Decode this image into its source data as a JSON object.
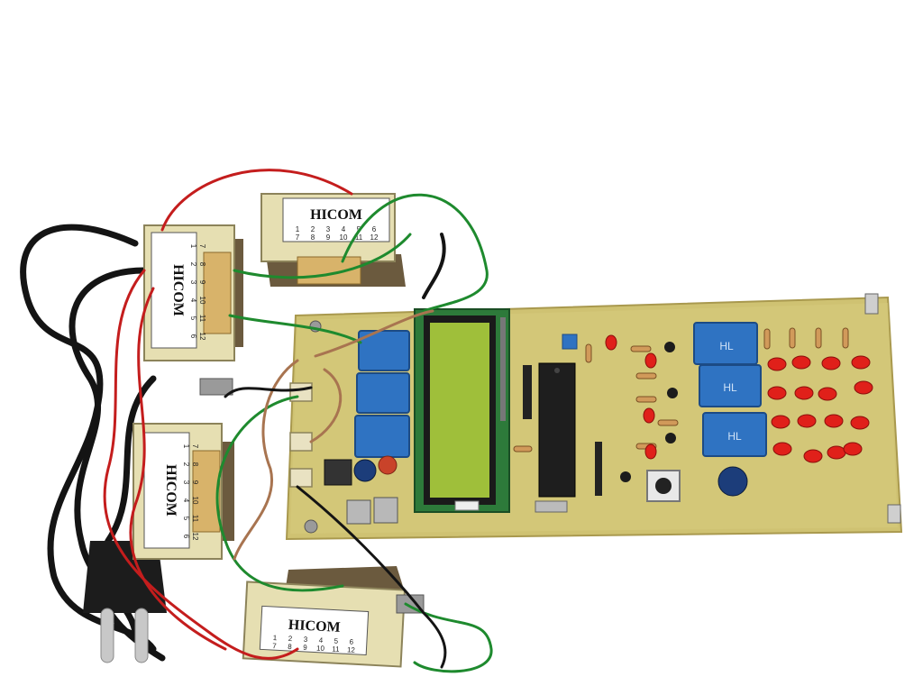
{
  "photo": {
    "subject": "PCB with LCD, microcontroller, relays, LEDs and four transformers",
    "background_color": "#ffffff",
    "pcb_color": "#cfc272",
    "lcd_color": "#9fbf3a",
    "relay_color": "#2f73c2",
    "led_color": "#e0201a"
  },
  "transformers": [
    {
      "brand": "HICOM",
      "pins_top": [
        "1",
        "2",
        "3",
        "4",
        "5",
        "6"
      ],
      "pins_bottom": [
        "7",
        "8",
        "9",
        "10",
        "11",
        "12"
      ]
    },
    {
      "brand": "HICOM",
      "pins_top": [
        "1",
        "2",
        "3",
        "4",
        "5",
        "6"
      ],
      "pins_bottom": [
        "7",
        "8",
        "9",
        "10",
        "11",
        "12"
      ]
    },
    {
      "brand": "HICOM",
      "pins_top": [
        "1",
        "2",
        "3",
        "4",
        "5",
        "6"
      ],
      "pins_bottom": [
        "7",
        "8",
        "9",
        "10",
        "11",
        "12"
      ]
    },
    {
      "brand": "HICOM",
      "pins_top": [
        "1",
        "2",
        "3",
        "4",
        "5",
        "6"
      ],
      "pins_bottom": [
        "7",
        "8",
        "9",
        "10",
        "11",
        "12"
      ]
    }
  ],
  "relays": [
    {
      "marking": "HL"
    },
    {
      "marking": "HL"
    },
    {
      "marking": "HL"
    }
  ]
}
